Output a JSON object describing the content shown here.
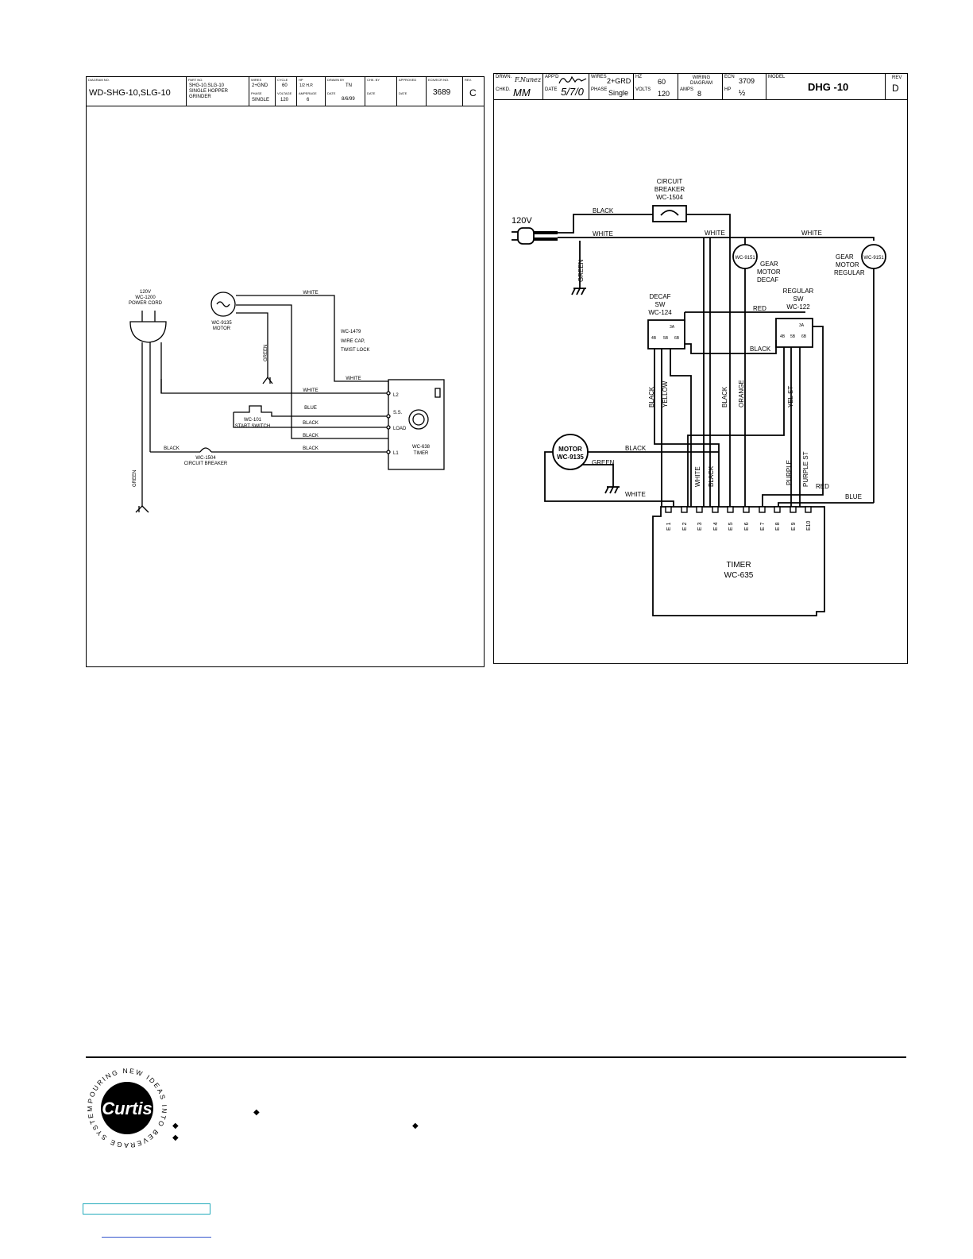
{
  "left_diagram": {
    "title_block": {
      "diagram_no_label": "DIAGRAM NO.",
      "diagram_no": "WD-SHG-10,SLG-10",
      "part_no_label": "PART NO.",
      "part_no": "SHG-10,SLG-10",
      "description": "SINGLE HOPPER GRINDER",
      "wires_label": "WIRES",
      "wires": "2+GND",
      "phase_label": "PHASE",
      "phase": "SINGLE",
      "cycle_label": "CYCLE",
      "cycle": "60",
      "voltage_label": "VOLTAGE",
      "voltage": "120",
      "hp_label": "HP",
      "hp": "1/2 H.P.",
      "amperage_label": "AMPERAGE",
      "amperage": "6",
      "drawn_label": "DRAWN BY",
      "drawn": "TN",
      "date_label": "DATE",
      "date": "8/6/99",
      "checked_label": "CHK. BY",
      "checked_date_label": "DATE",
      "approved_label": "APPROVED",
      "approved_date_label": "DATE",
      "ecn_label": "ECN/ECR NO.",
      "ecn": "3689",
      "rev_label": "REV.",
      "rev": "C"
    },
    "labels": {
      "power_cord": [
        "120V",
        "WC-1200",
        "POWER CORD"
      ],
      "motor": [
        "WC-9135",
        "MOTOR"
      ],
      "wire_cap": [
        "WC-1479",
        "WIRE CAP,",
        "TWIST LOCK"
      ],
      "start_switch": [
        "WC-101",
        "START SWITCH"
      ],
      "breaker": [
        "WC-1504",
        "CIRCUIT BREAKER"
      ],
      "timer": [
        "WC-638",
        "TIMER"
      ],
      "terminals": [
        "L2",
        "S.S.",
        "LOAD",
        "L1"
      ],
      "wire_white": "WHITE",
      "wire_blue": "BLUE",
      "wire_black": "BLACK",
      "wire_green": "GREEN"
    }
  },
  "right_diagram": {
    "title_block": {
      "drawn_label": "DRWN.",
      "drawn": "F.Nunez",
      "appd_label": "APP'D",
      "chkd_label": "CHKD.",
      "chkd": "MM",
      "date_label": "DATE",
      "date": "5/7/0",
      "wires_label": "WIRES",
      "wires": "2+GRD",
      "phase_label": "PHASE",
      "phase": "Single",
      "hz_label": "HZ",
      "hz": "60",
      "volts_label": "VOLTS",
      "volts": "120",
      "wiring_label": "WIRING DIAGRAM",
      "amps_label": "AMPS",
      "amps": "8",
      "ecn_label": "ECN",
      "ecn": "3709",
      "hp_label": "HP",
      "hp": "½",
      "model_label": "MODEL",
      "model": "DHG -10",
      "rev_label": "REV",
      "rev": "D"
    },
    "labels": {
      "voltage": "120V",
      "breaker": [
        "CIRCUIT",
        "BREAKER",
        "WC-1504"
      ],
      "gear_decaf_part": "WC-9151",
      "gear_decaf": [
        "GEAR",
        "MOTOR",
        "DECAF"
      ],
      "gear_regular_part": "WC-9151",
      "gear_regular": [
        "GEAR",
        "MOTOR",
        "REGULAR"
      ],
      "decaf_sw": [
        "DECAF",
        "SW",
        "WC-124"
      ],
      "regular_sw": [
        "REGULAR",
        "SW",
        "WC-122"
      ],
      "motor_name": "MOTOR",
      "motor_part": "WC-9135",
      "timer": [
        "TIMER",
        "WC-635"
      ],
      "terminals": [
        "E 1",
        "E 2",
        "E 3",
        "E 4",
        "E 5",
        "E 6",
        "E 7",
        "E 8",
        "E 9",
        "E10"
      ],
      "wire_black": "BLACK",
      "wire_white": "WHITE",
      "wire_green": "GREEN",
      "wire_red": "RED",
      "wire_blue": "BLUE",
      "wire_yellow": "YELLOW",
      "wire_orange": "ORANGE",
      "wire_yel_st": "YEL ST",
      "wire_purple": "PURPLE",
      "wire_purple_st": "PURPLE ST",
      "switch_pins": [
        "3A",
        "4B",
        "5B",
        "6B"
      ]
    }
  },
  "footer": {
    "logo_ring_text": "POURING NEW IDEAS INTO BEVERAGE SYSTEMS",
    "logo_brand": "Curtis"
  }
}
